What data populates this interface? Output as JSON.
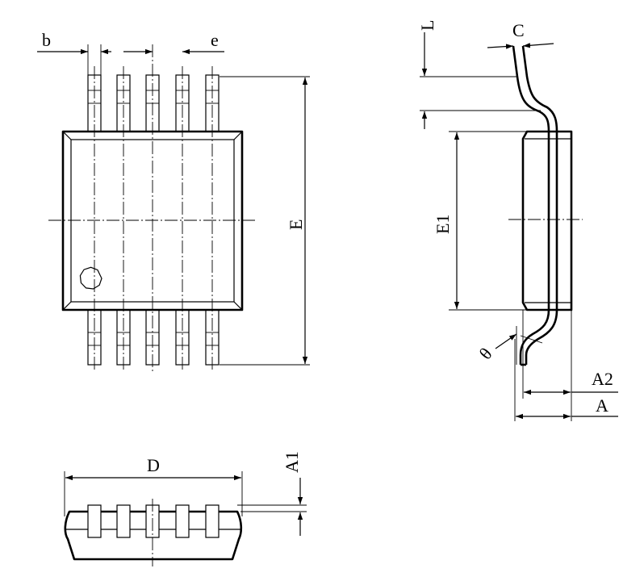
{
  "labels": {
    "b": "b",
    "e": "e",
    "E": "E",
    "L": "L",
    "C": "C",
    "E1": "E1",
    "theta": "θ",
    "A2": "A2",
    "A": "A",
    "D": "D",
    "A1": "A1"
  }
}
